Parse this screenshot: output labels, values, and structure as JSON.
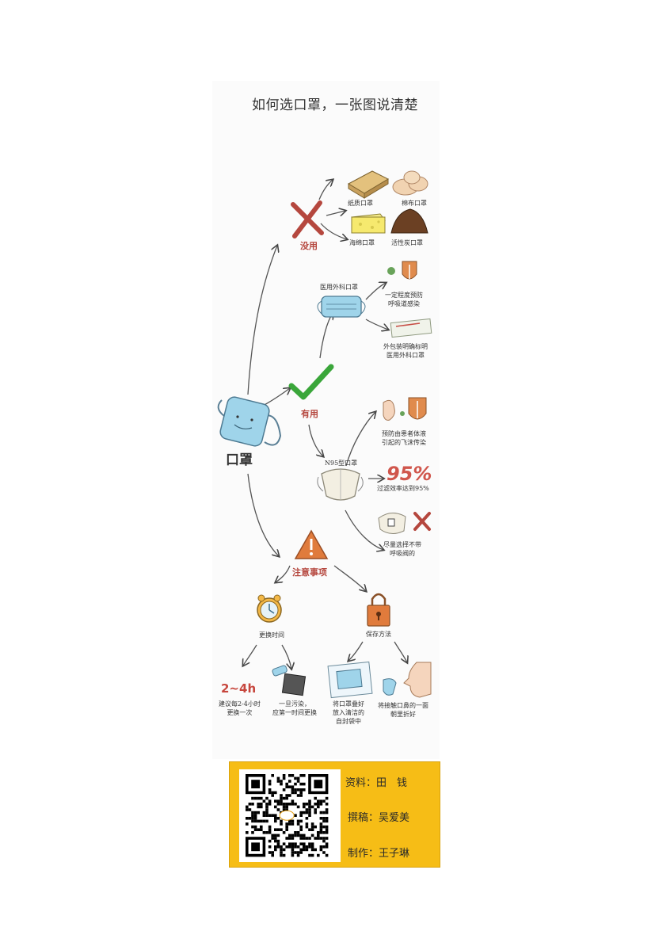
{
  "title": "如何选口罩，一张图说清楚",
  "root": "口罩",
  "useless": {
    "label": "没用",
    "items": [
      "纸质口罩",
      "棉布口罩",
      "海绵口罩",
      "活性炭口罩"
    ]
  },
  "useful": {
    "label": "有用",
    "medical": {
      "label": "医用外科口罩",
      "notes": [
        "一定程度预防\n呼吸道感染",
        "外包装明确标明\n医用外科口罩"
      ]
    },
    "n95": {
      "label": "N95型口罩",
      "notes": [
        "预防由患者体液\n引起的飞沫传染",
        "过滤效率达到95%",
        "尽量选择不带\n呼吸阀的"
      ],
      "percent_text": "95%"
    }
  },
  "caution": {
    "label": "注意事项",
    "replace": {
      "label": "更换时间",
      "hours_text": "2~4h",
      "notes": [
        "建议每2-4小时\n更换一次",
        "一旦污染，\n应第一时间更换"
      ]
    },
    "storage": {
      "label": "保存方法",
      "notes": [
        "将口罩叠好\n放入清洁的\n自封袋中",
        "将接触口鼻的一面\n朝里折好"
      ]
    }
  },
  "footer": {
    "credits": [
      "资料：田　钱",
      "撰稿：吴爱美",
      "制作：王子琳"
    ]
  },
  "colors": {
    "red": "#b5473e",
    "green": "#3aa63a",
    "mask_blue": "#9fd4ea",
    "orange": "#e07b3c",
    "footer_bg": "#f6bd16"
  }
}
